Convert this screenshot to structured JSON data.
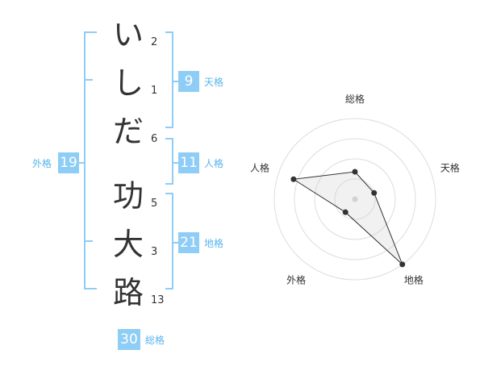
{
  "name_chars": [
    {
      "char": "い",
      "strokes": "2"
    },
    {
      "char": "し",
      "strokes": "1"
    },
    {
      "char": "だ",
      "strokes": "6"
    },
    {
      "char": "功",
      "strokes": "5"
    },
    {
      "char": "大",
      "strokes": "3"
    },
    {
      "char": "路",
      "strokes": "13"
    }
  ],
  "kaku": {
    "tenkaku": {
      "value": "9",
      "label": "天格"
    },
    "jinkaku": {
      "value": "11",
      "label": "人格"
    },
    "chikaku": {
      "value": "21",
      "label": "地格"
    },
    "gaikaku": {
      "value": "19",
      "label": "外格"
    },
    "soukaku": {
      "value": "30",
      "label": "総格"
    }
  },
  "colors": {
    "accent": "#8ecdf5",
    "accent_text": "#59b4ec",
    "bracket": "#8ecdf5",
    "char": "#333333"
  },
  "chart_data": {
    "type": "radar",
    "axes": [
      "総格",
      "天格",
      "地格",
      "外格",
      "人格"
    ],
    "values": [
      0.34,
      0.25,
      1.0,
      0.2,
      0.8
    ],
    "rings": 4
  }
}
